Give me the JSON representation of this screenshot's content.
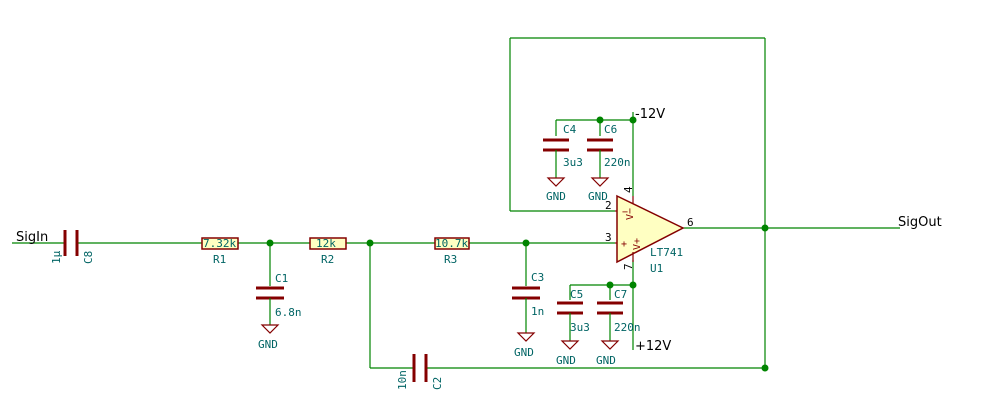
{
  "nets": {
    "sig_in": "SigIn",
    "sig_out": "SigOut",
    "neg_rail": "-12V",
    "pos_rail": "+12V"
  },
  "ground_label": "GND",
  "components": {
    "C8": {
      "ref": "C8",
      "value": "1μ"
    },
    "R1": {
      "ref": "R1",
      "value": "7.32k"
    },
    "R2": {
      "ref": "R2",
      "value": "12k"
    },
    "R3": {
      "ref": "R3",
      "value": "10.7k"
    },
    "C1": {
      "ref": "C1",
      "value": "6.8n"
    },
    "C3": {
      "ref": "C3",
      "value": "1n"
    },
    "C2": {
      "ref": "C2",
      "value": "10n"
    },
    "C4": {
      "ref": "C4",
      "value": "3u3"
    },
    "C6": {
      "ref": "C6",
      "value": "220n"
    },
    "C5": {
      "ref": "C5",
      "value": "3u3"
    },
    "C7": {
      "ref": "C7",
      "value": "220n"
    },
    "U1": {
      "ref": "U1",
      "value": "LT741"
    }
  },
  "opamp_pins": {
    "inv": "2",
    "noninv": "3",
    "out": "6",
    "vneg": "4",
    "vpos": "7",
    "inv_symbol": "−",
    "noninv_symbol": "+",
    "vneg_symbol": "V−",
    "vpos_symbol": "V+"
  }
}
